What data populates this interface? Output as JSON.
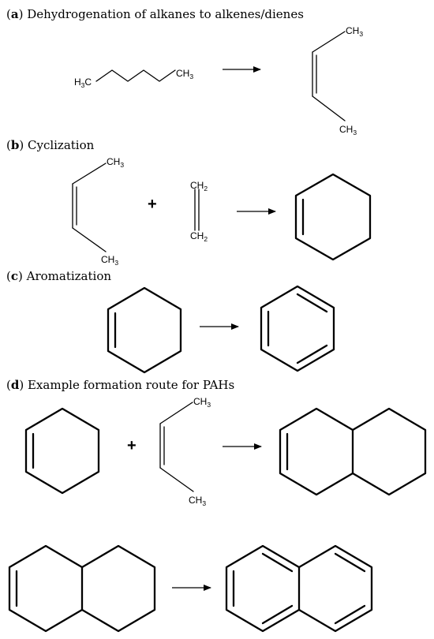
{
  "panels": [
    {
      "letter": "a",
      "open": "(",
      "close": ")",
      "title": " Dehydrogenation of alkanes to alkenes/dienes"
    },
    {
      "letter": "b",
      "open": "(",
      "close": ")",
      "title": " Cyclization"
    },
    {
      "letter": "c",
      "open": "(",
      "close": ")",
      "title": " Aromatization"
    },
    {
      "letter": "d",
      "open": "(",
      "close": ")",
      "title": " Example formation route for PAHs"
    }
  ],
  "labels": {
    "h3c": {
      "main": "H",
      "sub": "3",
      "tail": "C"
    },
    "ch3": {
      "main": "CH",
      "sub": "3"
    },
    "ch2": {
      "main": "CH",
      "sub": "2"
    },
    "plus": "+"
  }
}
